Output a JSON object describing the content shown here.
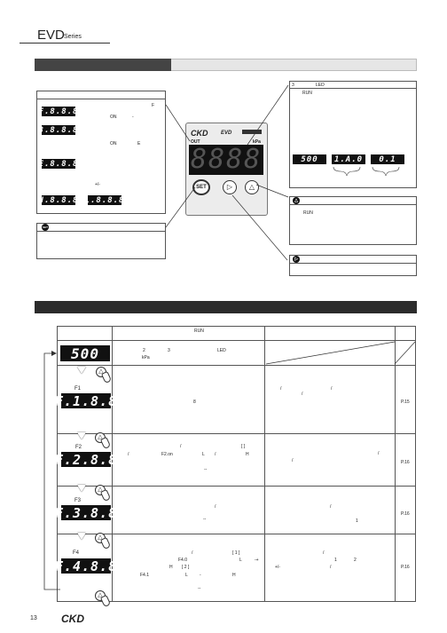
{
  "header": {
    "title": "EVD",
    "subtitle": "Series"
  },
  "left_panel": {
    "lcds": [
      "F.8.8.8",
      "8.8.8.8",
      "E.8.8.8",
      "H.8.8.8",
      "L.8.8.8"
    ],
    "notes": [
      "F",
      "ON",
      "-",
      "ON",
      "E",
      "+/-"
    ]
  },
  "device": {
    "brand": "CKD",
    "model": "EVD",
    "out_label": "OUT",
    "unit": "kPa",
    "digits": "8888",
    "btn_set": "SET",
    "btn_right": "▷",
    "btn_up": "△"
  },
  "right_panel": {
    "top_lines": [
      "3",
      "LED",
      "RUN"
    ],
    "lcds": [
      "500",
      "1.A.0",
      "0.1"
    ],
    "up_note": "RUN",
    "up_icon": "△",
    "right_icon": "▷"
  },
  "set_icon": "SET",
  "table": {
    "header_run": "RUN",
    "rows": [
      {
        "lcd": "500",
        "label": "",
        "desc": [
          "2",
          "3",
          "LED",
          "kPa"
        ],
        "note": [],
        "page": ""
      },
      {
        "lcd": "F.1.8.8",
        "label": "F1",
        "desc": [
          "8"
        ],
        "note": [
          "/",
          "/",
          "/"
        ],
        "page": "P.15"
      },
      {
        "lcd": "F.2.8.8",
        "label": "F2",
        "desc": [
          "/",
          "[ ]",
          "/",
          "F2.on",
          "L",
          "/",
          "H",
          "--"
        ],
        "note": [
          "/",
          "/"
        ],
        "page": "P.16"
      },
      {
        "lcd": "F.3.8.8",
        "label": "F3",
        "desc": [
          "/",
          "--"
        ],
        "note": [
          "/",
          "1"
        ],
        "page": "P.16"
      },
      {
        "lcd": "F.4.8.8",
        "label": "F4",
        "desc": [
          "/",
          "[ 1 ]",
          "F4.0",
          "L",
          "-+",
          "H",
          "[ 2 ]",
          "F4.1",
          "L",
          "-",
          "H",
          "--"
        ],
        "note": [
          "/",
          "1",
          "2",
          "+/-",
          "/"
        ],
        "page": "P.16"
      }
    ]
  },
  "footer": {
    "page": "13",
    "brand": "CKD"
  }
}
